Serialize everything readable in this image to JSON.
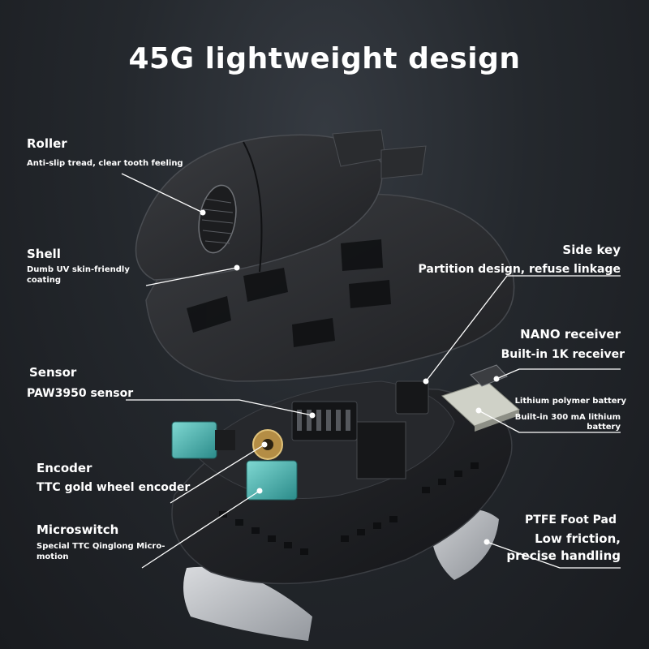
{
  "title": "45G lightweight design",
  "callouts": {
    "roller": {
      "heading": "Roller",
      "detail": "Anti-slip tread, clear tooth feeling"
    },
    "shell": {
      "heading": "Shell",
      "detail_line1": "Dumb UV skin-friendly",
      "detail_line2": "coating"
    },
    "side_key": {
      "heading": "Side key",
      "detail": "Partition design, refuse linkage"
    },
    "nano_receiver": {
      "heading": "NANO receiver",
      "detail": "Built-in 1K receiver"
    },
    "sensor": {
      "heading": "Sensor",
      "detail": "PAW3950 sensor"
    },
    "battery": {
      "heading": "Lithium polymer battery",
      "detail_line1": "Built-in 300 mA lithium",
      "detail_line2": "battery"
    },
    "encoder": {
      "heading": "Encoder",
      "detail": "TTC gold wheel encoder"
    },
    "microswitch": {
      "heading": "Microswitch",
      "detail_line1": "Special TTC Qinglong Micro-",
      "detail_line2": "motion"
    },
    "foot_pad": {
      "heading": "PTFE Foot Pad",
      "detail_line1": "Low friction,",
      "detail_line2": "precise handling"
    }
  },
  "colors": {
    "background": "#1d2025",
    "text": "#ffffff",
    "shell": "#2c2e31",
    "switch_accent": "#4fb6b3",
    "foot_pad": "#cfd2d6"
  }
}
